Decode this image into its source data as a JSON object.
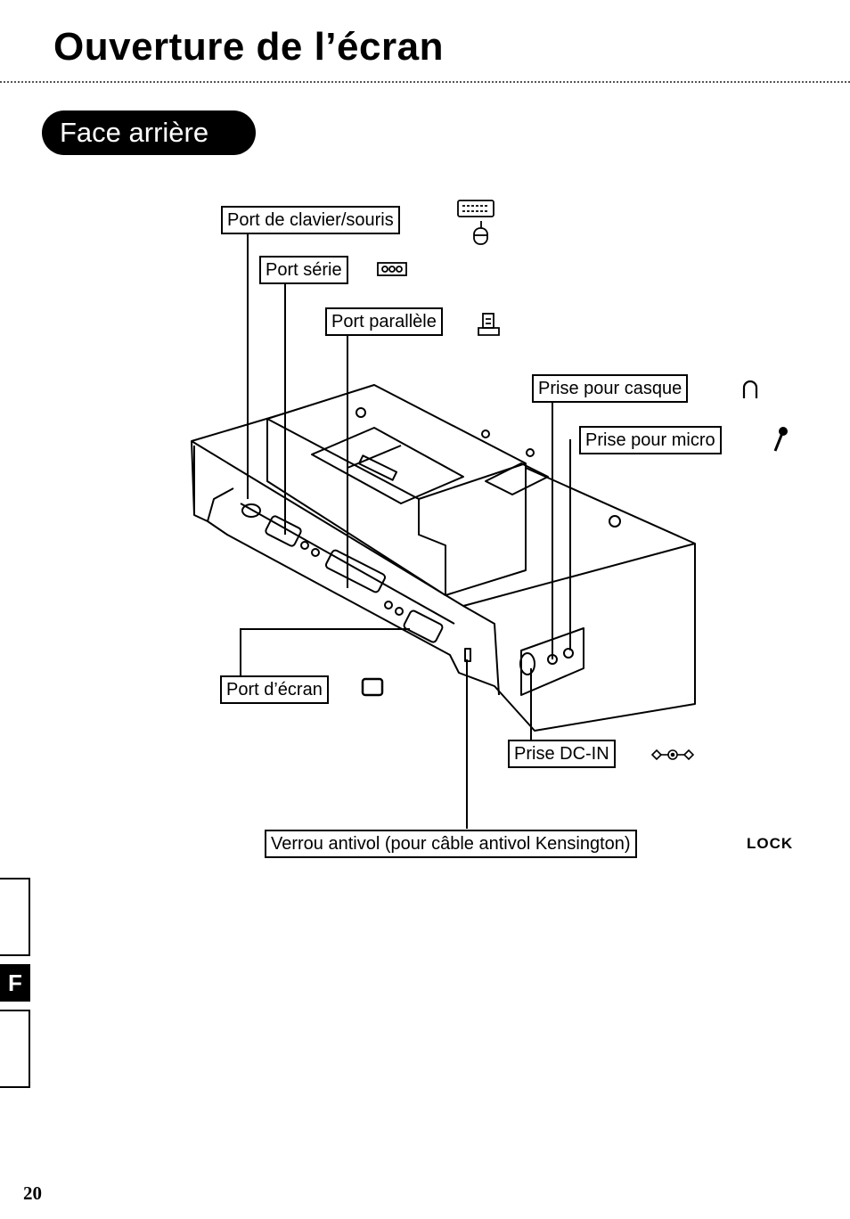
{
  "page": {
    "title": "Ouverture de l’écran",
    "section": "Face arrière",
    "page_number": "20",
    "tab_letter": "F"
  },
  "labels": {
    "keyboard_mouse": "Port de clavier/souris",
    "serial": "Port série",
    "parallel": "Port parallèle",
    "headphone": "Prise pour casque",
    "microphone": "Prise pour micro",
    "display": "Port d’écran",
    "dc_in": "Prise DC-IN",
    "security_lock": "Verrou antivol (pour câble antivol Kensington)",
    "lock_symbol": "LOCK"
  },
  "icons": {
    "keyboard_mouse": "keyboard-mouse-icon",
    "serial": "serial-port-icon",
    "parallel": "printer-icon",
    "headphone": "headphone-icon",
    "microphone": "microphone-icon",
    "display": "monitor-icon",
    "dc_in": "dc-polarity-icon"
  }
}
